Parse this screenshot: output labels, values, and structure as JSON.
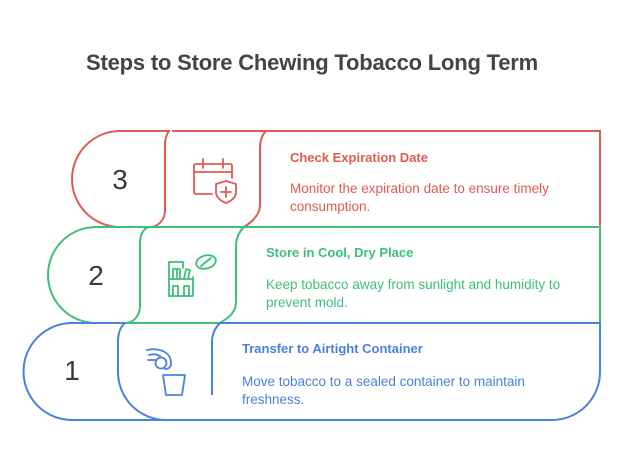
{
  "title": "Steps to Store Chewing Tobacco Long Term",
  "steps": [
    {
      "number": "3",
      "title": "Check Expiration Date",
      "description": "Monitor the expiration date to ensure timely consumption.",
      "icon": "calendar-shield-icon",
      "color": "#e05a52"
    },
    {
      "number": "2",
      "title": "Store in Cool, Dry Place",
      "description": "Keep tobacco away from sunlight and humidity to prevent mold.",
      "icon": "shelf-leaf-icon",
      "color": "#3dbf7c"
    },
    {
      "number": "1",
      "title": "Transfer to Airtight Container",
      "description": "Move tobacco to a sealed container to maintain freshness.",
      "icon": "hand-container-icon",
      "color": "#4a80de"
    }
  ]
}
